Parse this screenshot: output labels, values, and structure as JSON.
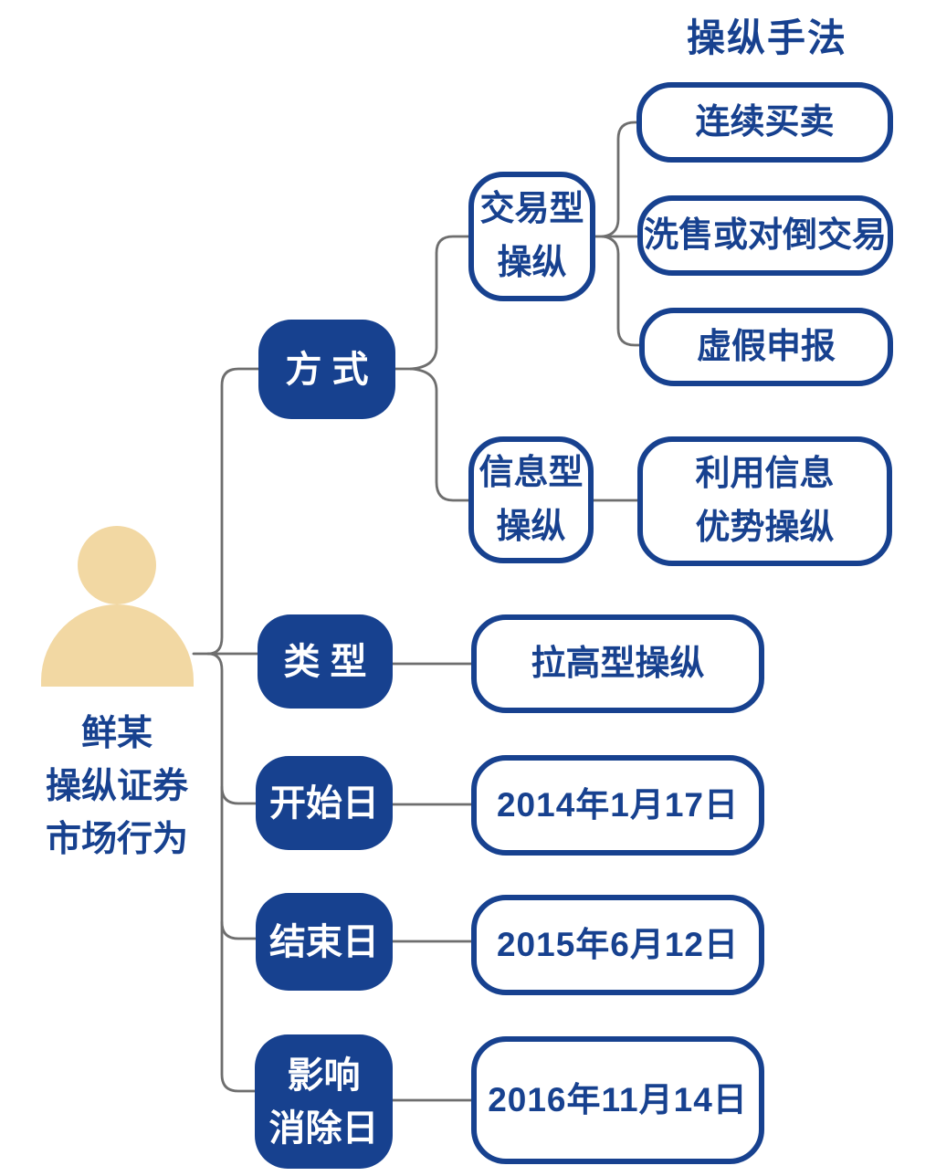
{
  "title": "操纵手法",
  "person": {
    "name_lines": [
      "鲜某",
      "操纵证券",
      "市场行为"
    ]
  },
  "categories": {
    "method": "方 式",
    "type": "类 型",
    "start": "开始日",
    "end": "结束日",
    "impact_lines": [
      "影响",
      "消除日"
    ]
  },
  "method_children": {
    "trade_lines": [
      "交易型",
      "操纵"
    ],
    "info_lines": [
      "信息型",
      "操纵"
    ]
  },
  "techniques": {
    "continuous": "连续买卖",
    "wash": "洗售或对倒交易",
    "fake": "虚假申报",
    "info_advantage_lines": [
      "利用信息",
      "优势操纵"
    ]
  },
  "values": {
    "type": "拉高型操纵",
    "start_date": "2014年1月17日",
    "end_date": "2015年6月12日",
    "impact_date": "2016年11月14日"
  },
  "colors": {
    "navy": "#17418f",
    "person": "#f2d8a3",
    "line": "#6e6e6e",
    "background": "#ffffff"
  }
}
